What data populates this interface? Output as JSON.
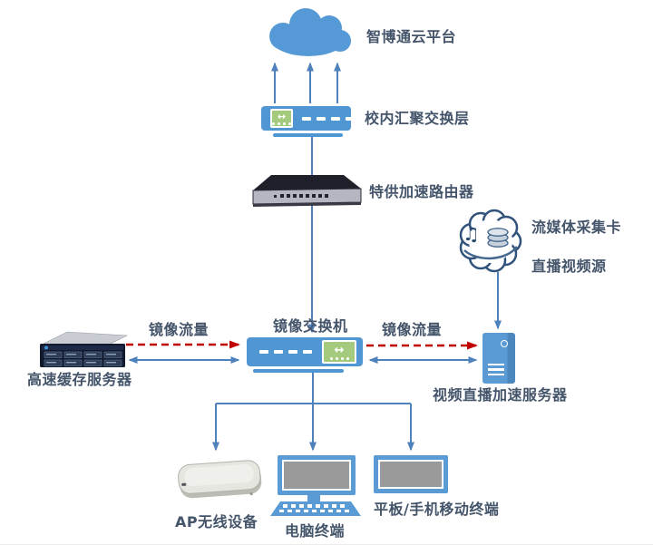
{
  "diagram": {
    "nodes": {
      "cloud_platform": {
        "label": "智博通云平台",
        "shape": "blue-cloud"
      },
      "campus_switch": {
        "label": "校内汇聚交换层",
        "shape": "blue-switch"
      },
      "router": {
        "label": "特供加速路由器",
        "shape": "rack-router"
      },
      "stream_cloud": {
        "label_line1": "流媒体采集卡",
        "label_line2": "直播视频源",
        "shape": "outlined-cloud-with-music-note-and-database"
      },
      "mirror_switch": {
        "label": "镜像交换机",
        "shape": "blue-switch"
      },
      "cache_server": {
        "label": "高速缓存服务器",
        "shape": "rack-server"
      },
      "video_server": {
        "label": "视频直播加速服务器",
        "shape": "tower-server"
      },
      "ap": {
        "label": "AP无线设备",
        "shape": "access-point"
      },
      "pc": {
        "label": "电脑终端",
        "shape": "desktop-computer"
      },
      "mobile": {
        "label": "平板/手机移动终端",
        "shape": "tablet"
      }
    },
    "edge_labels": {
      "mirror_left": "镜像流量",
      "mirror_right": "镜像流量"
    },
    "edges": [
      {
        "from": "campus_switch",
        "to": "cloud_platform",
        "type": "blue-arrow-up-x3"
      },
      {
        "from": "campus_switch",
        "to": "mirror_switch",
        "type": "blue-arrow-down-through-router"
      },
      {
        "from": "stream_cloud",
        "to": "video_server",
        "type": "blue-arrow-down"
      },
      {
        "from": "cache_server",
        "to": "mirror_switch",
        "type": "red-dashed-arrow",
        "label": "镜像流量"
      },
      {
        "from": "cache_server",
        "to": "mirror_switch",
        "type": "blue-double-arrow"
      },
      {
        "from": "mirror_switch",
        "to": "video_server",
        "type": "red-dashed-arrow",
        "label": "镜像流量"
      },
      {
        "from": "mirror_switch",
        "to": "video_server",
        "type": "blue-double-arrow"
      },
      {
        "from": "mirror_switch",
        "to": "ap",
        "type": "blue-arrow-down"
      },
      {
        "from": "mirror_switch",
        "to": "pc",
        "type": "blue-arrow-down"
      },
      {
        "from": "mirror_switch",
        "to": "mobile",
        "type": "blue-arrow-down"
      }
    ],
    "colors": {
      "device_blue": "#4f96d3",
      "monitor_blue": "#5b9bd5",
      "mirror_green": "#a4cb7d",
      "line_blue": "#4f81bd",
      "mirror_red": "#c00000",
      "label_text": "#44546a",
      "screen_gray": "#9a9a9a",
      "cloud_blue": "#559ad6",
      "stream_cloud_outline": "#31527a"
    },
    "glyphs": {
      "double_arrow": "↔",
      "music_note": "♫"
    }
  }
}
